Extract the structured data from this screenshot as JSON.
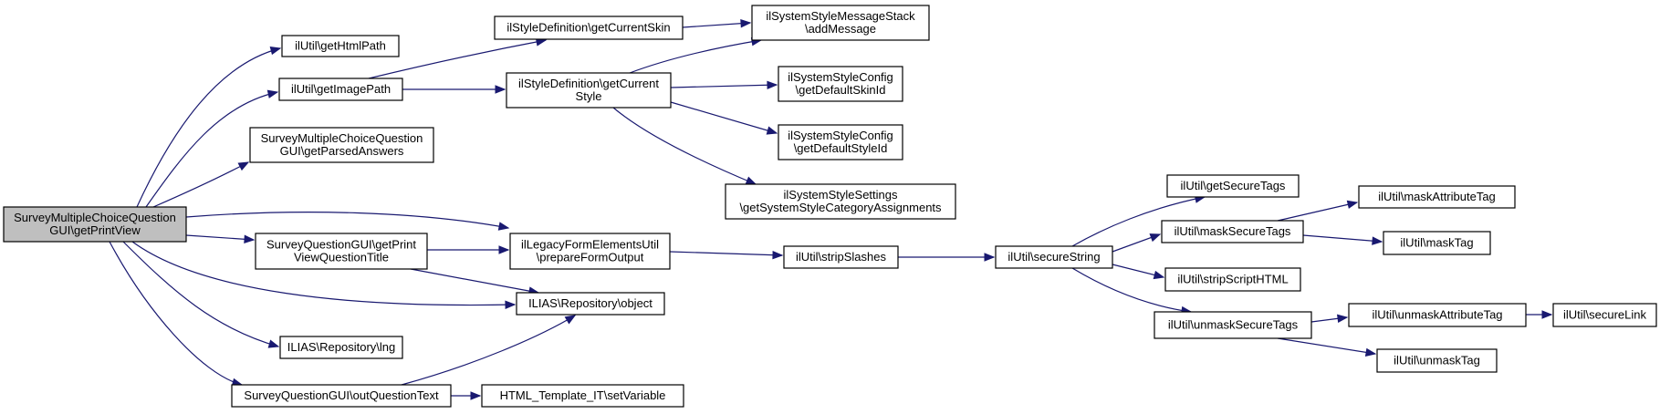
{
  "nodes": [
    {
      "id": "root",
      "lines": [
        "SurveyMultipleChoiceQuestion",
        "GUI\\getPrintView"
      ],
      "root": true
    },
    {
      "id": "getHtmlPath",
      "lines": [
        "ilUtil\\getHtmlPath"
      ]
    },
    {
      "id": "getImagePath",
      "lines": [
        "ilUtil\\getImagePath"
      ]
    },
    {
      "id": "getParsedAnswers",
      "lines": [
        "SurveyMultipleChoiceQuestion",
        "GUI\\getParsedAnswers"
      ]
    },
    {
      "id": "getPrintViewQuestionTitle",
      "lines": [
        "SurveyQuestionGUI\\getPrint",
        "ViewQuestionTitle"
      ]
    },
    {
      "id": "lng",
      "lines": [
        "ILIAS\\Repository\\lng"
      ]
    },
    {
      "id": "outQuestionText",
      "lines": [
        "SurveyQuestionGUI\\outQuestionText"
      ]
    },
    {
      "id": "getCurrentSkin",
      "lines": [
        "ilStyleDefinition\\getCurrentSkin"
      ]
    },
    {
      "id": "getCurrentStyle",
      "lines": [
        "ilStyleDefinition\\getCurrent",
        "Style"
      ]
    },
    {
      "id": "prepareFormOutput",
      "lines": [
        "ilLegacyFormElementsUtil",
        "\\prepareFormOutput"
      ]
    },
    {
      "id": "object",
      "lines": [
        "ILIAS\\Repository\\object"
      ]
    },
    {
      "id": "setVariable",
      "lines": [
        "HTML_Template_IT\\setVariable"
      ]
    },
    {
      "id": "addMessage",
      "lines": [
        "ilSystemStyleMessageStack",
        "\\addMessage"
      ]
    },
    {
      "id": "getDefaultSkinId",
      "lines": [
        "ilSystemStyleConfig",
        "\\getDefaultSkinId"
      ]
    },
    {
      "id": "getDefaultStyleId",
      "lines": [
        "ilSystemStyleConfig",
        "\\getDefaultStyleId"
      ]
    },
    {
      "id": "getSystemStyleCategoryAssignments",
      "lines": [
        "ilSystemStyleSettings",
        "\\getSystemStyleCategoryAssignments"
      ]
    },
    {
      "id": "stripSlashes",
      "lines": [
        "ilUtil\\stripSlashes"
      ]
    },
    {
      "id": "secureString",
      "lines": [
        "ilUtil\\secureString"
      ]
    },
    {
      "id": "getSecureTags",
      "lines": [
        "ilUtil\\getSecureTags"
      ]
    },
    {
      "id": "maskSecureTags",
      "lines": [
        "ilUtil\\maskSecureTags"
      ]
    },
    {
      "id": "stripScriptHTML",
      "lines": [
        "ilUtil\\stripScriptHTML"
      ]
    },
    {
      "id": "unmaskSecureTags",
      "lines": [
        "ilUtil\\unmaskSecureTags"
      ]
    },
    {
      "id": "maskAttributeTag",
      "lines": [
        "ilUtil\\maskAttributeTag"
      ]
    },
    {
      "id": "maskTag",
      "lines": [
        "ilUtil\\maskTag"
      ]
    },
    {
      "id": "unmaskAttributeTag",
      "lines": [
        "ilUtil\\unmaskAttributeTag"
      ]
    },
    {
      "id": "unmaskTag",
      "lines": [
        "ilUtil\\unmaskTag"
      ]
    },
    {
      "id": "secureLink",
      "lines": [
        "ilUtil\\secureLink"
      ]
    }
  ],
  "edges": [
    {
      "from": "root",
      "to": "getHtmlPath"
    },
    {
      "from": "root",
      "to": "getImagePath"
    },
    {
      "from": "root",
      "to": "getParsedAnswers"
    },
    {
      "from": "root",
      "to": "getPrintViewQuestionTitle"
    },
    {
      "from": "root",
      "to": "prepareFormOutput"
    },
    {
      "from": "root",
      "to": "object"
    },
    {
      "from": "root",
      "to": "lng"
    },
    {
      "from": "root",
      "to": "outQuestionText"
    },
    {
      "from": "getImagePath",
      "to": "getCurrentSkin"
    },
    {
      "from": "getImagePath",
      "to": "getCurrentStyle"
    },
    {
      "from": "getCurrentSkin",
      "to": "addMessage"
    },
    {
      "from": "getCurrentStyle",
      "to": "addMessage"
    },
    {
      "from": "getCurrentStyle",
      "to": "getDefaultSkinId"
    },
    {
      "from": "getCurrentStyle",
      "to": "getDefaultStyleId"
    },
    {
      "from": "getCurrentStyle",
      "to": "getSystemStyleCategoryAssignments"
    },
    {
      "from": "getPrintViewQuestionTitle",
      "to": "prepareFormOutput"
    },
    {
      "from": "getPrintViewQuestionTitle",
      "to": "object"
    },
    {
      "from": "outQuestionText",
      "to": "object"
    },
    {
      "from": "outQuestionText",
      "to": "setVariable"
    },
    {
      "from": "prepareFormOutput",
      "to": "stripSlashes"
    },
    {
      "from": "stripSlashes",
      "to": "secureString"
    },
    {
      "from": "secureString",
      "to": "getSecureTags"
    },
    {
      "from": "secureString",
      "to": "maskSecureTags"
    },
    {
      "from": "secureString",
      "to": "stripScriptHTML"
    },
    {
      "from": "secureString",
      "to": "unmaskSecureTags"
    },
    {
      "from": "maskSecureTags",
      "to": "maskAttributeTag"
    },
    {
      "from": "maskSecureTags",
      "to": "maskTag"
    },
    {
      "from": "unmaskSecureTags",
      "to": "unmaskAttributeTag"
    },
    {
      "from": "unmaskSecureTags",
      "to": "unmaskTag"
    },
    {
      "from": "unmaskAttributeTag",
      "to": "secureLink"
    }
  ]
}
